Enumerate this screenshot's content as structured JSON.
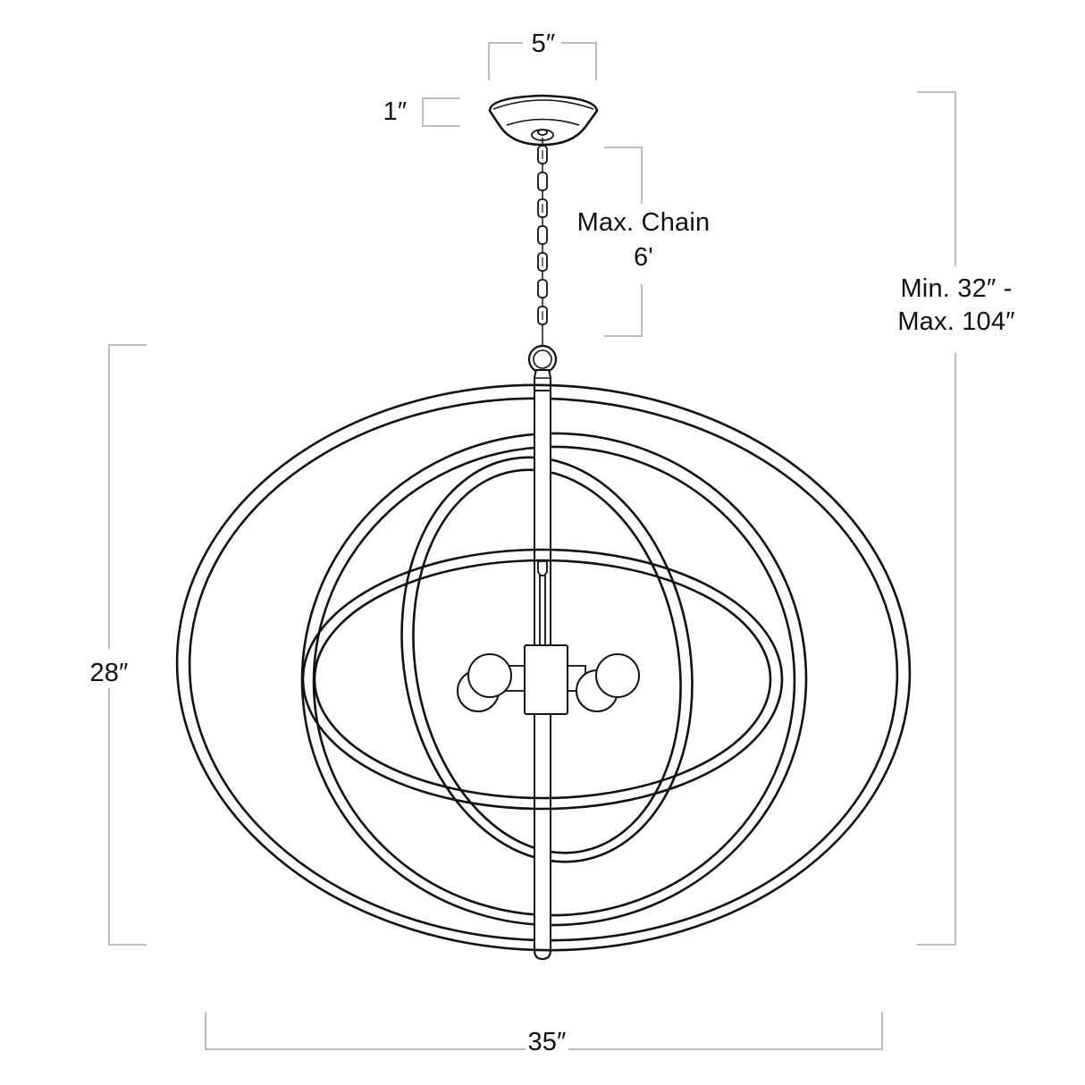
{
  "diagram": {
    "subject": "Orbital ring chandelier dimension drawing",
    "colors": {
      "background": "#ffffff",
      "line_art": "#111111",
      "dimension_lines": "#bdbdbd",
      "text": "#111111"
    },
    "dimensions": {
      "canopy_width": "5″",
      "canopy_height": "1″",
      "chain_label_line1": "Max. Chain",
      "chain_label_line2": "6'",
      "overall_height_line1": "Min. 32″ -",
      "overall_height_line2": "Max. 104″",
      "fixture_height": "28″",
      "fixture_width": "35″"
    },
    "components": [
      "canopy",
      "chain",
      "loop",
      "outer-ring",
      "second-ring",
      "tilted-oval-ring",
      "horizontal-ring",
      "center-rod",
      "light-cluster"
    ]
  }
}
